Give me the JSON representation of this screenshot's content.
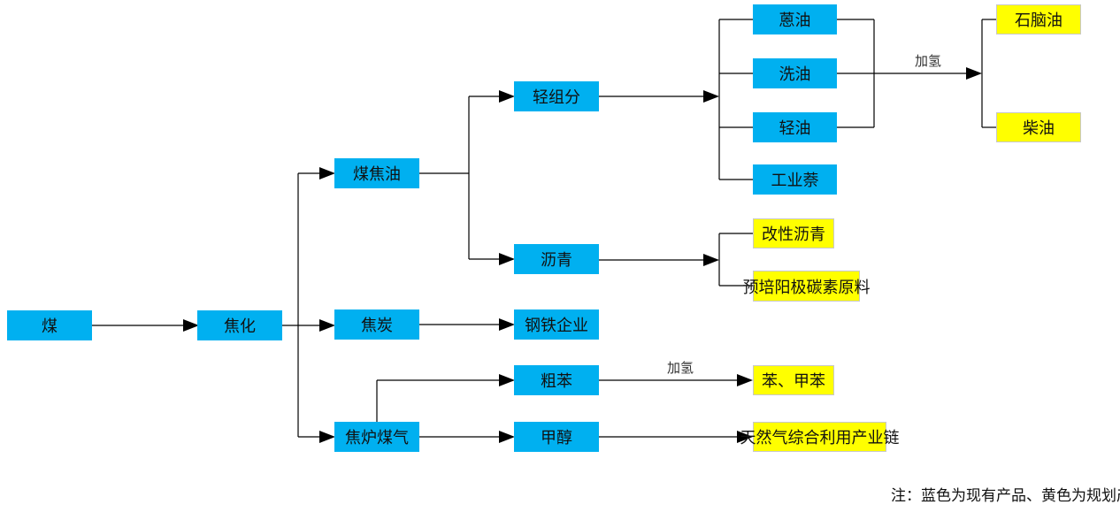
{
  "colors": {
    "existing": "#00b0f0",
    "planned": "#ffff00",
    "line": "#000000"
  },
  "nodes": {
    "coal": "煤",
    "coking": "焦化",
    "coal_tar": "煤焦油",
    "coke": "焦炭",
    "coke_oven_gas": "焦炉煤气",
    "light_fraction": "轻组分",
    "pitch": "沥青",
    "steel": "钢铁企业",
    "crude_benzene": "粗苯",
    "methanol": "甲醇",
    "anthracene_oil": "蒽油",
    "wash_oil": "洗油",
    "light_oil": "轻油",
    "naphthalene": "工业萘",
    "modified_pitch": "改性沥青",
    "anode_material": "预培阳极碳素原料",
    "benzene_toluene": "苯、甲苯",
    "gas_chain": "天然气综合利用产业链",
    "naphtha": "石脑油",
    "diesel": "柴油"
  },
  "edge_labels": {
    "hydrogenation_1": "加氢",
    "hydrogenation_2": "加氢"
  },
  "note": "注：蓝色为现有产品、黄色为规划产品"
}
